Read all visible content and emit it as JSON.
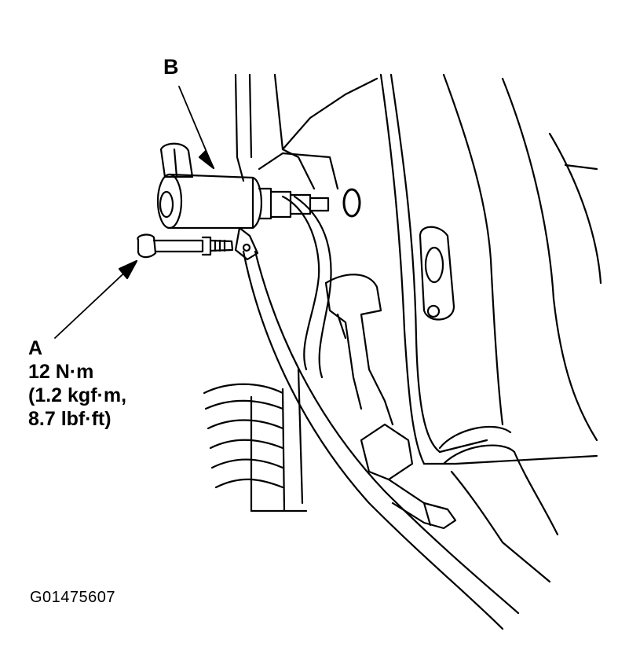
{
  "figure": {
    "label_b": "B",
    "callout_a": {
      "letter": "A",
      "torque_nm": "12 N·m",
      "torque_kgf": "(1.2 kgf·m,",
      "torque_lbf": "8.7 lbf·ft)"
    },
    "figure_id": "G01475607"
  },
  "colors": {
    "ink": "#000000",
    "paper": "#ffffff"
  }
}
